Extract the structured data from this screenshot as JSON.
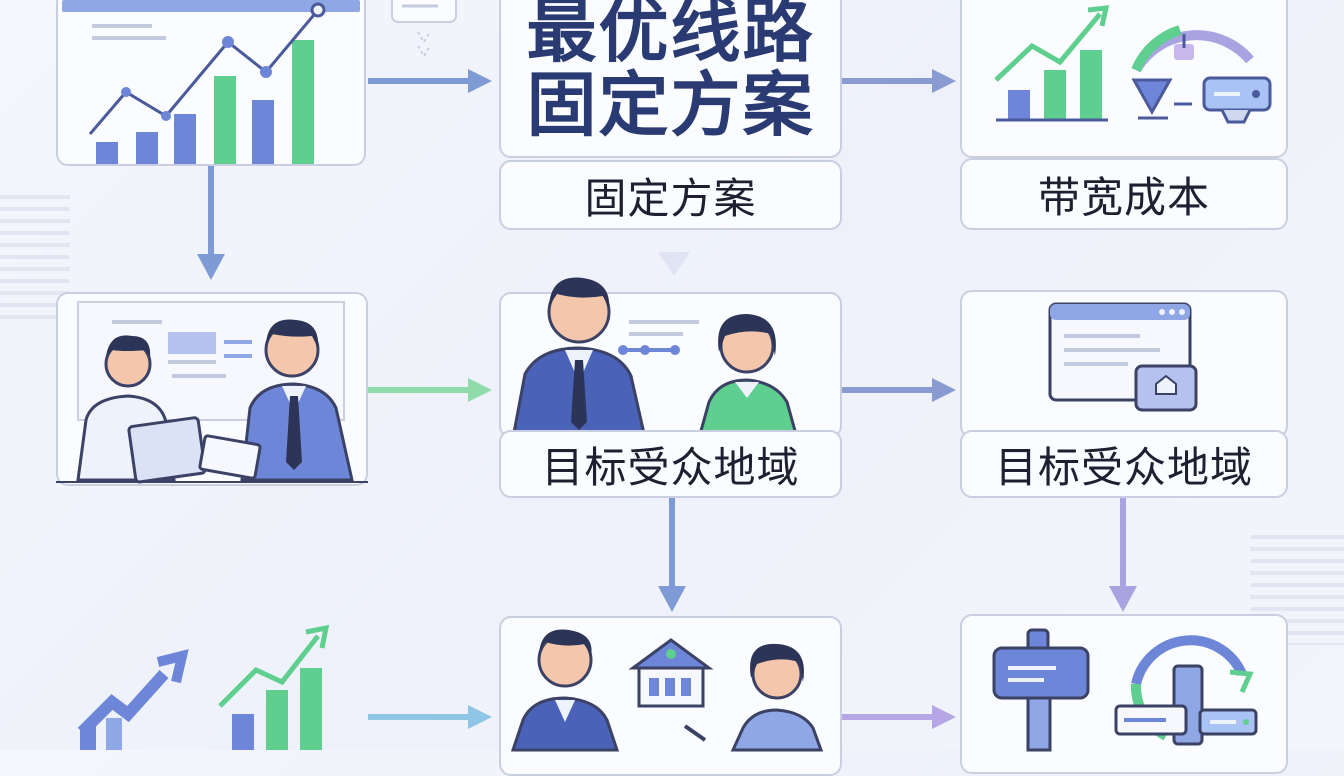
{
  "center_title": {
    "line1": "最优线路",
    "line2": "固定方案"
  },
  "labels": {
    "fixed_plan": "固定方案",
    "bandwidth_cost": "带宽成本",
    "target_audience_middle": "目标受众地域",
    "target_audience_right": "目标受众地域"
  },
  "colors": {
    "arrow_blue": "#7f9bd6",
    "arrow_green": "#8fdcaa",
    "arrow_purple": "#a9a3e2",
    "accent_green": "#5fcf8f",
    "accent_blue": "#6e86d8",
    "title_navy": "#2a3a72"
  }
}
